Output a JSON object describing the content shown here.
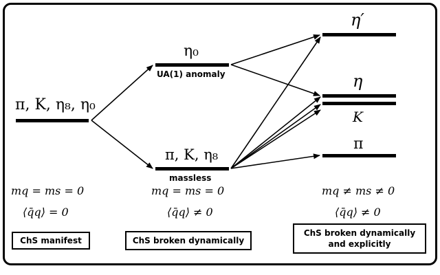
{
  "stages": [
    {
      "levels": [
        {
          "label": "π, K, η₈, η₀"
        }
      ],
      "conditions": {
        "mass": "mq = ms = 0",
        "condensate": "⟨q̄q⟩ = 0"
      },
      "box": "ChS manifest"
    },
    {
      "levels": [
        {
          "label": "η₀",
          "sublabel": "UA(1) anomaly"
        },
        {
          "label": "π, K, η₈",
          "sublabel": "massless"
        }
      ],
      "conditions": {
        "mass": "mq = ms = 0",
        "condensate": "⟨q̄q⟩ ≠ 0"
      },
      "box": "ChS broken dynamically"
    },
    {
      "levels": [
        {
          "label": "η′"
        },
        {
          "label": "η"
        },
        {
          "label": "K"
        },
        {
          "label": "π"
        }
      ],
      "conditions": {
        "mass": "mq ≠ ms ≠ 0",
        "condensate": "⟨q̄q⟩ ≠ 0"
      },
      "box_lines": [
        "ChS broken dynamically",
        "and explicitly"
      ]
    }
  ]
}
